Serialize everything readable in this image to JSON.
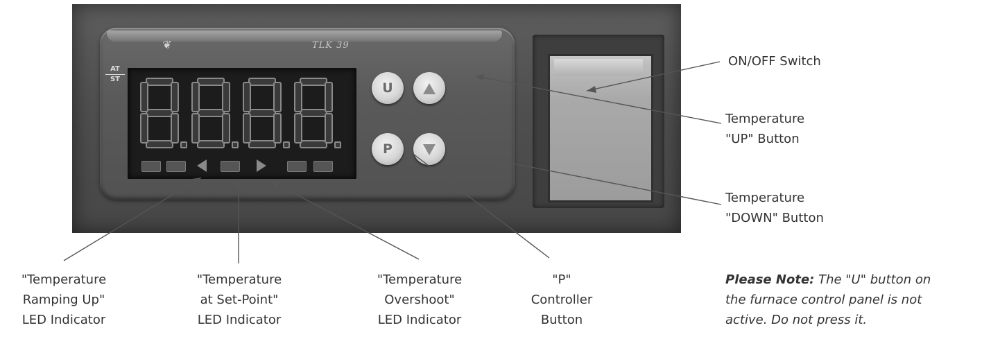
{
  "device": {
    "model": "TLK 39",
    "display_digits": "8.8.8.8.",
    "side_label_top": "AT",
    "side_label_bottom": "ST"
  },
  "buttons": {
    "u_label": "U",
    "p_label": "P",
    "up_icon": "triangle-up-icon",
    "down_icon": "triangle-down-icon"
  },
  "callouts": {
    "on_off_switch": "ON/OFF Switch",
    "temp_up": [
      "Temperature",
      "\"UP\" Button"
    ],
    "temp_down": [
      "Temperature",
      "\"DOWN\" Button"
    ],
    "ramping_up": [
      "\"Temperature",
      "Ramping Up\"",
      "LED Indicator"
    ],
    "at_set_point": [
      "\"Temperature",
      "at Set-Point\"",
      "LED Indicator"
    ],
    "overshoot": [
      "\"Temperature",
      "Overshoot\"",
      "LED Indicator"
    ],
    "p_button": [
      "\"P\"",
      "Controller",
      "Button"
    ]
  },
  "note": {
    "lead": "Please Note:",
    "lines": [
      " The \"U\" button on",
      "the furnace control panel is not",
      "active. Do not press it."
    ]
  },
  "colors": {
    "panel": "#595959",
    "display_bg": "#1c1c1c",
    "button_face": "#d6d6d6",
    "leader_line": "#555555"
  }
}
